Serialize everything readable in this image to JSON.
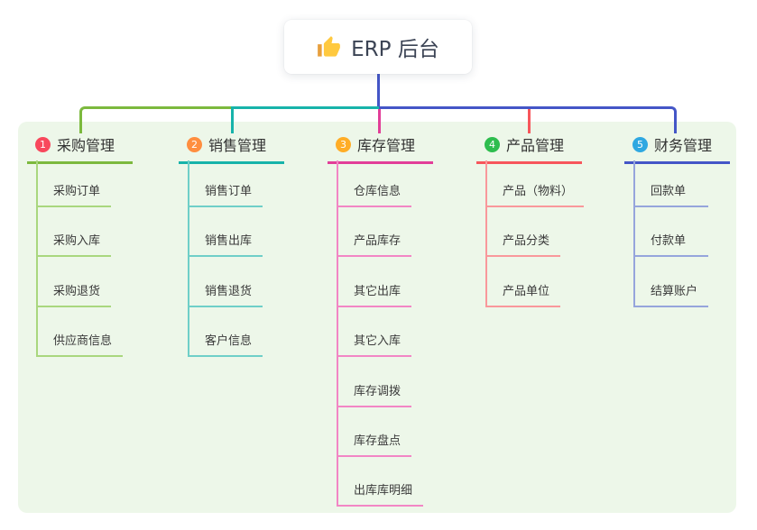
{
  "root": {
    "label": "ERP 后台",
    "icon": "thumbs-up-icon"
  },
  "branches": [
    {
      "index": "1",
      "label": "采购管理",
      "badge_color": "#f8485c",
      "line_color": "#7cb93e",
      "child_line_color": "#a9d77e",
      "children": [
        "采购订单",
        "采购入库",
        "采购退货",
        "供应商信息"
      ]
    },
    {
      "index": "2",
      "label": "销售管理",
      "badge_color": "#ff8e3f",
      "line_color": "#17b3aa",
      "child_line_color": "#6fcfc8",
      "children": [
        "销售订单",
        "销售出库",
        "销售退货",
        "客户信息"
      ]
    },
    {
      "index": "3",
      "label": "库存管理",
      "badge_color": "#ffad26",
      "line_color": "#e23e98",
      "child_line_color": "#f286c5",
      "children": [
        "仓库信息",
        "产品库存",
        "其它出库",
        "其它入库",
        "库存调拨",
        "库存盘点",
        "出库库明细"
      ]
    },
    {
      "index": "4",
      "label": "产品管理",
      "badge_color": "#2ebd4e",
      "line_color": "#f7565b",
      "child_line_color": "#f9989b",
      "children": [
        "产品（物料）",
        "产品分类",
        "产品单位"
      ]
    },
    {
      "index": "5",
      "label": "财务管理",
      "badge_color": "#2fa8e1",
      "line_color": "#4456c7",
      "child_line_color": "#96a5dc",
      "children": [
        "回款单",
        "付款单",
        "结算账户"
      ]
    }
  ],
  "colors": {
    "root_connector": "#4456c7",
    "panel_background": "#edf7e9",
    "page_background": "#ffffff"
  }
}
